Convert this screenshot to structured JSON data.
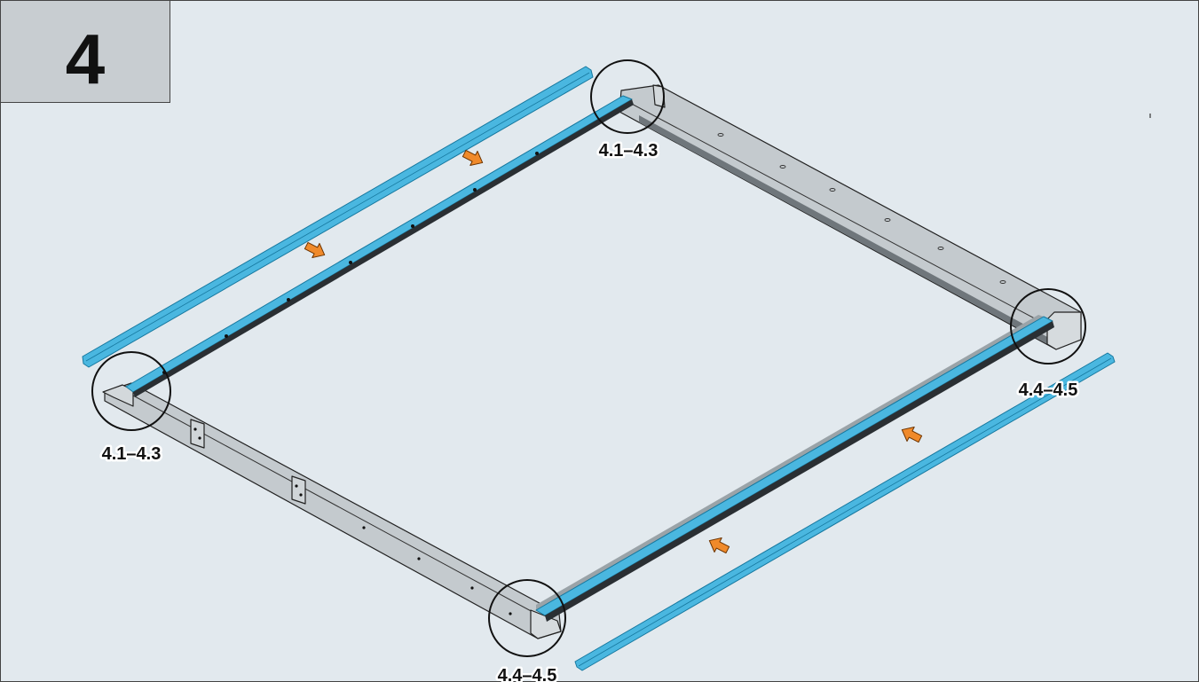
{
  "step": {
    "number": "4"
  },
  "callouts": [
    {
      "label": "4.1–4.3"
    },
    {
      "label": "4.4–4.5"
    },
    {
      "label": "4.1–4.3"
    },
    {
      "label": "4.4–4.5"
    }
  ],
  "colors": {
    "background": "#e2e9ee",
    "step_box": "#c8cdd1",
    "beam_gray": "#c4cace",
    "rail_blue": "#4ab7e0",
    "arrow_orange": "#f08a2b"
  }
}
